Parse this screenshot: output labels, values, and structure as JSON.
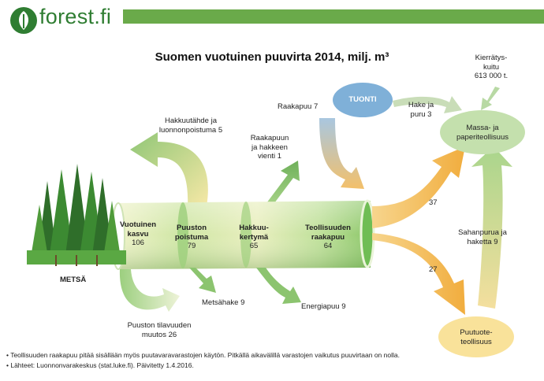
{
  "header": {
    "logo_text": "forest.fi"
  },
  "title": "Suomen vuotuinen puuvirta 2014, milj. m³",
  "stages": {
    "kasvu": {
      "label1": "Vuotuinen",
      "label2": "kasvu",
      "value": "106"
    },
    "poistuma": {
      "label1": "Puuston",
      "label2": "poistuma",
      "value": "79"
    },
    "hakkuu": {
      "label1": "Hakkuu-",
      "label2": "kertymä",
      "value": "65"
    },
    "teollisuus": {
      "label1": "Teollisuuden",
      "label2": "raakapuu",
      "value": "64"
    }
  },
  "flows": {
    "hakkuutahde": {
      "line1": "Hakkuutähde ja",
      "line2": "luonnonpoistuma 5"
    },
    "raakapuun_vienti": {
      "line1": "Raakapuun",
      "line2": "ja hakkeen",
      "line3": "vienti 1"
    },
    "raakapuu_tuonti": "Raakapuu 7",
    "hake_puru": {
      "line1": "Hake ja",
      "line2": "puru 3"
    },
    "kierratyskuitu": {
      "line1": "Kierrätys-",
      "line2": "kuitu",
      "line3": "613 000 t."
    },
    "metsahake": "Metsähake 9",
    "energiapuu": "Energiapuu 9",
    "tilavuus": {
      "line1": "Puuston tilavuuden",
      "line2": "muutos 26"
    },
    "massa_value": "37",
    "puutuote_value": "27",
    "sahanpurua": {
      "line1": "Sahanpurua ja",
      "line2": "haketta 9"
    }
  },
  "nodes": {
    "tuonti": "TUONTI",
    "massa": {
      "line1": "Massa- ja",
      "line2": "paperiteollisuus"
    },
    "puutuote": {
      "line1": "Puutuote-",
      "line2": "teollisuus"
    },
    "metsa": "METSÄ"
  },
  "footnotes": [
    "Teollisuuden raakapuu pitää sisällään myös puutavaravarastojen käytön. Pitkällä aikavälillä varastojen vaikutus puuvirtaan on nolla.",
    "Lähteet: Luonnonvarakeskus (stat.luke.fi). Päivitetty 1.4.2016."
  ],
  "colors": {
    "brand_green": "#2f7d32",
    "header_bar": "#6aaa4a",
    "pipe_green": "#8dc76a",
    "pipe_light": "#eef2c8",
    "tuonti_blue": "#7fb0d8",
    "flow_orange": "#f2b347",
    "node_green": "#c4e0ad",
    "node_yellow": "#f9e29a"
  }
}
